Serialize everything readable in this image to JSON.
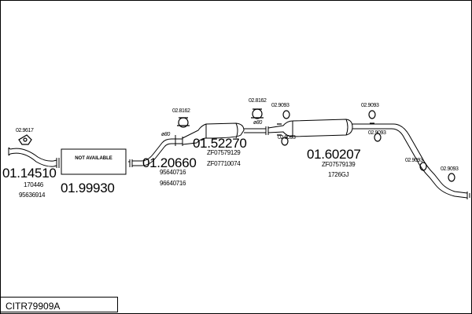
{
  "title": "CITR79909A",
  "not_available": "NOT AVAILABLE",
  "parts": [
    {
      "id": "front_pipe",
      "number": "01.14510",
      "refs": [
        "170446",
        "95636914"
      ]
    },
    {
      "id": "catalyst",
      "number": "01.99930",
      "refs": []
    },
    {
      "id": "intermediate_pipe",
      "number": "01.20660",
      "refs": [
        "95640716",
        "96640716"
      ]
    },
    {
      "id": "center_silencer",
      "number": "01.52270",
      "refs": [
        "ZF07579129",
        "ZF07710074"
      ]
    },
    {
      "id": "rear_silencer",
      "number": "01.60207",
      "refs": [
        "ZF07579139",
        "1726GJ"
      ]
    }
  ],
  "fittings": [
    {
      "id": "f1",
      "label": "02.9617"
    },
    {
      "id": "f2",
      "label": "02.8162"
    },
    {
      "id": "f3",
      "label": "02.8162"
    },
    {
      "id": "f4",
      "label": "02.9093"
    },
    {
      "id": "f5",
      "label": "02.9093"
    },
    {
      "id": "f6",
      "label": "02.9093"
    },
    {
      "id": "f7",
      "label": "02.9093"
    },
    {
      "id": "f8",
      "label": "02.9093"
    },
    {
      "id": "f9",
      "label": "02.9093"
    }
  ],
  "diameter_labels": [
    "ø80",
    "ø80"
  ]
}
